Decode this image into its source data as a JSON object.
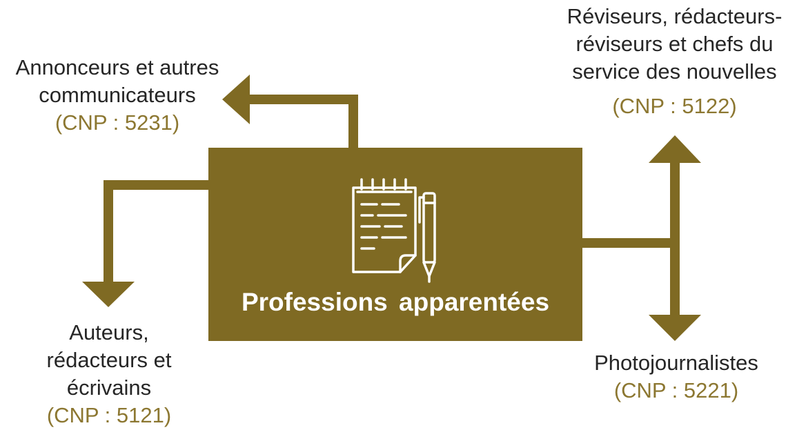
{
  "colors": {
    "accent": "#7f6a23",
    "code_text": "#8c7731",
    "label_text": "#262626"
  },
  "center": {
    "title": "Professions  apparentées",
    "icon": "notepad-pen-icon"
  },
  "nodes": {
    "top_left": {
      "lines": [
        "Annonceurs et autres",
        "communicateurs"
      ],
      "code": "(CNP : 5231)"
    },
    "bottom_left": {
      "lines": [
        "Auteurs,",
        "rédacteurs et",
        "écrivains"
      ],
      "code": "(CNP : 5121)"
    },
    "top_right": {
      "lines": [
        "Réviseurs, rédacteurs-",
        "réviseurs et chefs du",
        "service des nouvelles"
      ],
      "code": "(CNP : 5122)"
    },
    "bottom_right": {
      "lines": [
        "Photojournalistes"
      ],
      "code": "(CNP : 5221)"
    }
  }
}
